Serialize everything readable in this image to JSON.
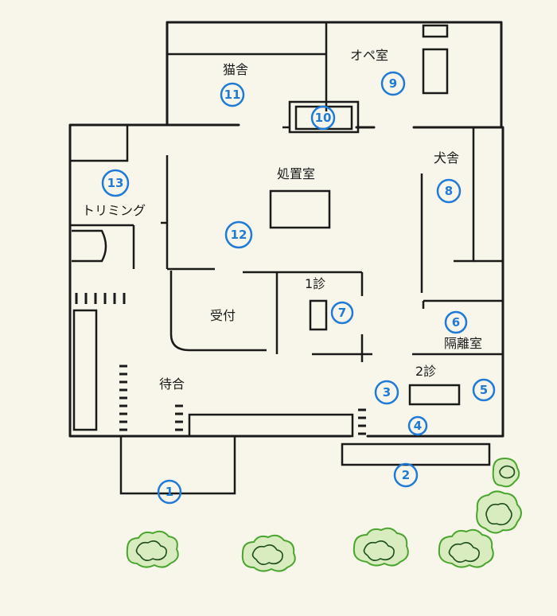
{
  "rooms": {
    "cat_ward": "猫舎",
    "operating_room": "オペ室",
    "treatment_room": "処置室",
    "dog_ward": "犬舎",
    "trimming": "トリミング",
    "exam_room_1": "1診",
    "reception": "受付",
    "isolation_room": "隔離室",
    "exam_room_2": "2診",
    "waiting_area": "待合"
  },
  "markers": [
    "1",
    "2",
    "3",
    "4",
    "5",
    "6",
    "7",
    "8",
    "9",
    "10",
    "11",
    "12",
    "13"
  ],
  "colors": {
    "background": "#f8f6ea",
    "wall": "#1a1a1a",
    "marker": "#1f7bd6",
    "bush_fill": "#d9ecc0",
    "bush_stroke": "#4aa52e"
  }
}
